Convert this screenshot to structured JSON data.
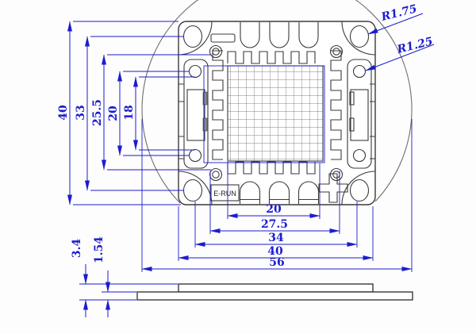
{
  "drawing": {
    "brand_label": "E-RUN",
    "radius_callouts": {
      "outer_corner_hole": "R1.75",
      "inner_pad_hole": "R1.25"
    },
    "dimensions_vertical_left": [
      "40",
      "33",
      "25.5",
      "20",
      "18"
    ],
    "dimensions_horizontal_bottom": [
      "20",
      "27.5",
      "34",
      "40",
      "56"
    ],
    "dimensions_side_view_thickness": [
      "3.4",
      "1.54"
    ],
    "colors": {
      "dimension_blue": "#1c1cce",
      "outline_dark": "#3a3a3a",
      "grid_gray": "#5a5a5a",
      "pad_fill_gray": "#8a8a8a",
      "circle_arc_gray": "#6e6e6e"
    }
  }
}
